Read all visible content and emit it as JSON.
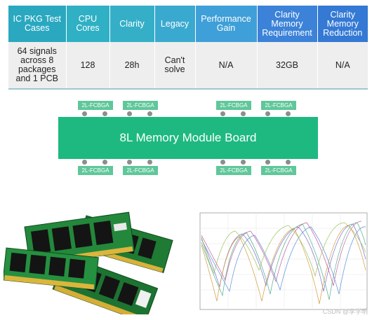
{
  "table": {
    "headers": [
      {
        "label": "IC PKG Test Cases",
        "color": "#2aa8c0"
      },
      {
        "label": "CPU Cores",
        "color": "#2fb0c4"
      },
      {
        "label": "Clarity",
        "color": "#35afc8"
      },
      {
        "label": "Legacy",
        "color": "#3aa9cf"
      },
      {
        "label": "Performance Gain",
        "color": "#3f9fd8"
      },
      {
        "label": "Clarity Memory Requirement",
        "color": "#3b82d8"
      },
      {
        "label": "Clarity Memory Reduction",
        "color": "#3479d4"
      }
    ],
    "row": [
      "64 signals across 8 packages and 1 PCB",
      "128",
      "28h",
      "Can't solve",
      "N/A",
      "32GB",
      "N/A"
    ]
  },
  "diagram": {
    "board_label": "8L Memory Module Board",
    "board_color": "#1db980",
    "chip_color": "#5fc79a",
    "chip_label": "2L-FCBGA",
    "top_chips": [
      "2L-FCBGA",
      "2L-FCBGA",
      "2L-FCBGA",
      "2L-FCBGA"
    ],
    "bottom_chips": [
      "2L-FCBGA",
      "2L-FCBGA",
      "2L-FCBGA",
      "2L-FCBGA"
    ]
  },
  "photo": {
    "subject": "memory-modules-photo"
  },
  "plot": {
    "subject": "frequency-response-plot"
  },
  "watermark": "CSDN @李学明"
}
